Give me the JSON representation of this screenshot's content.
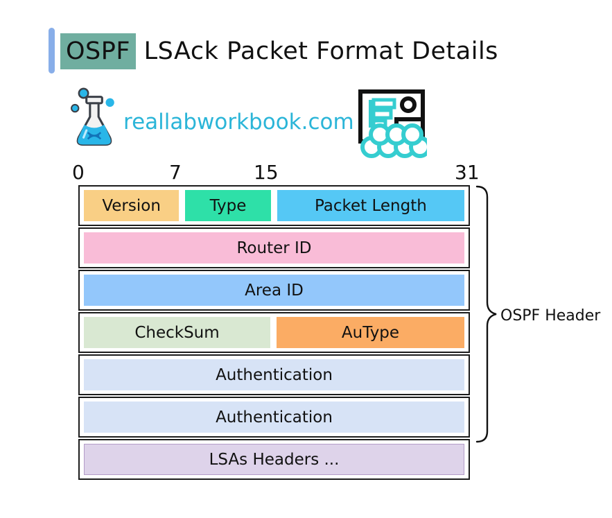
{
  "header": {
    "highlight": "OSPF",
    "title_rest": " LSAck Packet Format Details"
  },
  "brand": {
    "site": "reallabworkbook.com"
  },
  "icons": {
    "flask": "lab-flask-icon",
    "presentation": "presentation-audience-icon"
  },
  "colors": {
    "accent_bar": "#88aee9",
    "ospf_highlight": "#70aea0",
    "site_text": "#2bb5d8",
    "icon_teal": "#35cdd0",
    "flask_liquid": "#29b6e8"
  },
  "bit_ruler": {
    "labels": [
      "0",
      "7",
      "15",
      "31"
    ]
  },
  "packet": {
    "rows": [
      {
        "cells": [
          {
            "label": "Version",
            "color": "#f9cf85"
          },
          {
            "label": "Type",
            "color": "#2ee0a8"
          },
          {
            "label": "Packet Length",
            "color": "#55c8f5"
          }
        ]
      },
      {
        "cells": [
          {
            "label": "Router ID",
            "color": "#f9bcd7"
          }
        ]
      },
      {
        "cells": [
          {
            "label": "Area ID",
            "color": "#93c7fb"
          }
        ]
      },
      {
        "cells": [
          {
            "label": "CheckSum",
            "color": "#d9e8d2"
          },
          {
            "label": "AuType",
            "color": "#fbac64"
          }
        ]
      },
      {
        "cells": [
          {
            "label": "Authentication",
            "color": "#d7e3f6"
          }
        ]
      },
      {
        "cells": [
          {
            "label": "Authentication",
            "color": "#d7e3f6"
          }
        ]
      },
      {
        "cells": [
          {
            "label": "LSAs Headers ...",
            "color": "#ded3ea"
          }
        ]
      }
    ]
  },
  "annotation": {
    "ospf_header_label": "OSPF Header"
  }
}
